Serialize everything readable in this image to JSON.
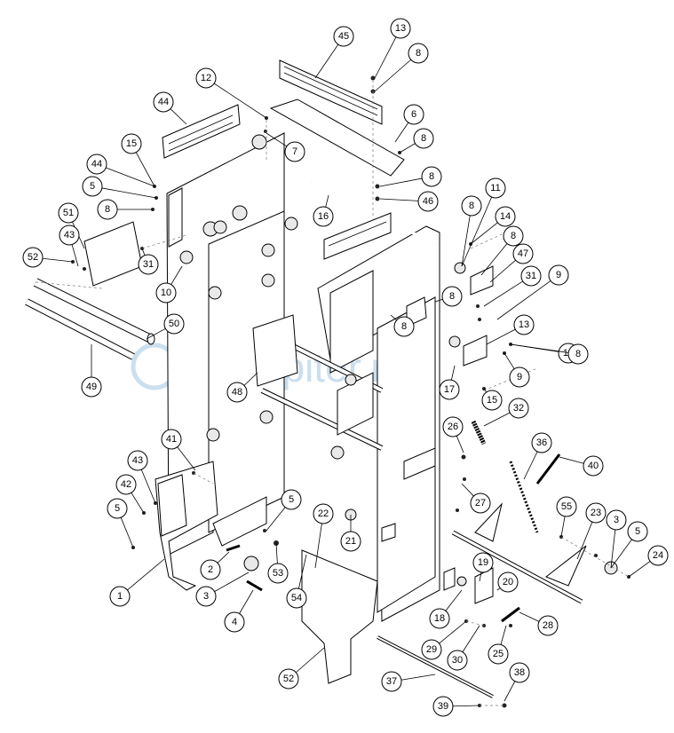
{
  "watermark": {
    "text": "autopiter.ru"
  },
  "callouts": [
    "45",
    "13",
    "8",
    "12",
    "44",
    "6",
    "8",
    "7",
    "8",
    "15",
    "44",
    "5",
    "8",
    "46",
    "16",
    "11",
    "8",
    "14",
    "8",
    "47",
    "51",
    "43",
    "52",
    "31",
    "10",
    "13",
    "31",
    "9",
    "8",
    "8",
    "10",
    "50",
    "8",
    "49",
    "48",
    "17",
    "9",
    "15",
    "32",
    "26",
    "36",
    "41",
    "43",
    "42",
    "40",
    "27",
    "5",
    "5",
    "55",
    "22",
    "23",
    "3",
    "5",
    "21",
    "24",
    "1",
    "2",
    "53",
    "54",
    "19",
    "3",
    "20",
    "18",
    "28",
    "4",
    "29",
    "30",
    "25",
    "52",
    "37",
    "38",
    "39"
  ],
  "colors": {
    "line": "#000000",
    "watermark": "#a9c9e4",
    "background": "#ffffff"
  }
}
